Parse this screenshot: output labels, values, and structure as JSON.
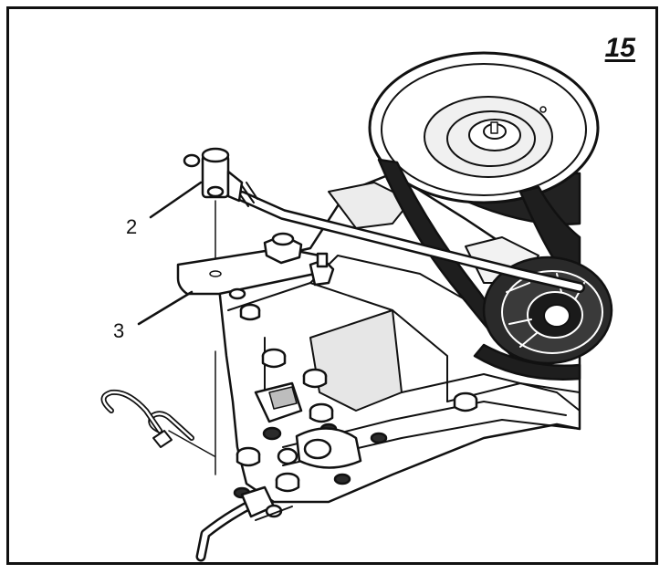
{
  "figure": {
    "number": "15"
  },
  "callouts": [
    {
      "id": "callout-2",
      "label": "2"
    },
    {
      "id": "callout-3",
      "label": "3"
    }
  ],
  "colors": {
    "ink": "#111111",
    "paper": "#ffffff",
    "shade": "#d9d9d9",
    "dark_fill": "#2b2b2b"
  }
}
